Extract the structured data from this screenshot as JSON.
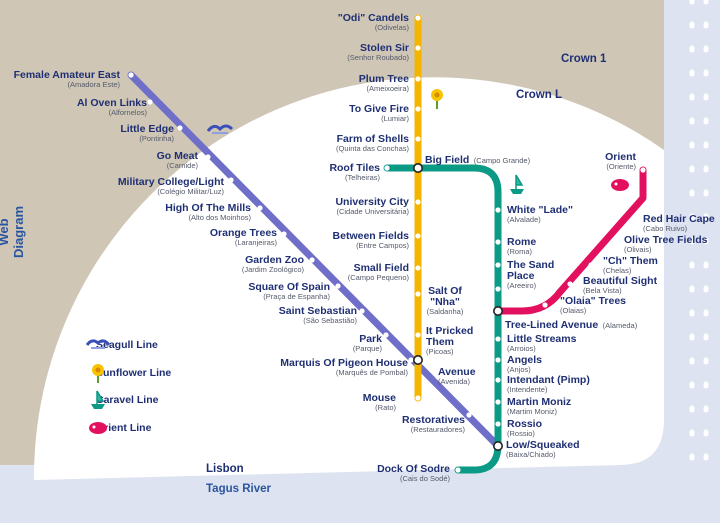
{
  "title": "Web Diagram",
  "colors": {
    "outer": "#cfc6b6",
    "shore": "#dde3f0",
    "river": "#9ab7e0",
    "land": "#ffffff",
    "yellow_line": "#f4b400",
    "green_line": "#0b9a86",
    "blue_line": "#6f6fc9",
    "red_line": "#e3105f",
    "station": "#ffffff",
    "junction": "#222222"
  },
  "regions": {
    "crown_1": "Crown 1",
    "crown_l": "Crown L",
    "lisbon": "Lisbon",
    "river": "Tagus River"
  },
  "legend": [
    {
      "label": "Seagull Line",
      "icon": "seagull-icon",
      "color": "#6f6fc9"
    },
    {
      "label": "Sunflower Line",
      "icon": "sunflower-icon",
      "color": "#f4b400"
    },
    {
      "label": "Caravel Line",
      "icon": "caravel-icon",
      "color": "#0b9a86"
    },
    {
      "label": "Orient Line",
      "icon": "orient-icon",
      "color": "#e3105f"
    }
  ],
  "lines": {
    "blue": {
      "name": "Seagull Line",
      "stations": [
        {
          "name": "Female Amateur East",
          "sub": "(Amadora Este)"
        },
        {
          "name": "Al Oven Links",
          "sub": "(Alfornelos)"
        },
        {
          "name": "Little Edge",
          "sub": "(Pontinha)"
        },
        {
          "name": "Go Meat",
          "sub": "(Carnide)"
        },
        {
          "name": "Military College/Light",
          "sub": "(Colégio Militar/Luz)"
        },
        {
          "name": "High Of The Mills",
          "sub": "(Alto dos Moinhos)"
        },
        {
          "name": "Orange Trees",
          "sub": "(Laranjeiras)"
        },
        {
          "name": "Garden Zoo",
          "sub": "(Jardim Zoológico)"
        },
        {
          "name": "Square Of Spain",
          "sub": "(Praça de Espanha)"
        },
        {
          "name": "Saint Sebastian",
          "sub": "(São Sebastião)"
        },
        {
          "name": "Park",
          "sub": "(Parque)"
        },
        {
          "name": "Marquis Of Pigeon House",
          "sub": "(Marquês de Pombal)"
        },
        {
          "name": "Avenue",
          "sub": "(Avenida)"
        },
        {
          "name": "Restoratives",
          "sub": "(Restauradores)"
        },
        {
          "name": "Low/Squeaked",
          "sub": "(Baixa/Chiado)"
        }
      ]
    },
    "yellow": {
      "name": "Sunflower Line",
      "stations": [
        {
          "name": "\"Odi\" Candels",
          "sub": "(Odivelas)"
        },
        {
          "name": "Stolen Sir",
          "sub": "(Senhor Roubado)"
        },
        {
          "name": "Plum Tree",
          "sub": "(Ameixoeira)"
        },
        {
          "name": "To Give Fire",
          "sub": "(Lumiar)"
        },
        {
          "name": "Farm of Shells",
          "sub": "(Quinta das Conchas)"
        },
        {
          "name": "Big Field",
          "sub": "(Campo Grande)"
        },
        {
          "name": "University City",
          "sub": "(Cidade Universitária)"
        },
        {
          "name": "Between Fields",
          "sub": "(Entre Campos)"
        },
        {
          "name": "Small Field",
          "sub": "(Campo Pequeno)"
        },
        {
          "name": "Salt Of \"Nha\"",
          "sub": "(Saldanha)"
        },
        {
          "name": "It Pricked Them",
          "sub": "(Picoas)"
        },
        {
          "name": "Mouse",
          "sub": "(Rato)"
        }
      ]
    },
    "green": {
      "name": "Caravel Line",
      "stations": [
        {
          "name": "Roof Tiles",
          "sub": "(Telheiras)"
        },
        {
          "name": "White \"Lade\"",
          "sub": "(Alvalade)"
        },
        {
          "name": "Rome",
          "sub": "(Roma)"
        },
        {
          "name": "The Sand Place",
          "sub": "(Areeiro)"
        },
        {
          "name": "Tree-Lined Avenue",
          "sub": "(Alameda)"
        },
        {
          "name": "Little Streams",
          "sub": "(Arroios)"
        },
        {
          "name": "Angels",
          "sub": "(Anjos)"
        },
        {
          "name": "Intendant (Pimp)",
          "sub": "(Intendente)"
        },
        {
          "name": "Martin Moniz",
          "sub": "(Martim Moniz)"
        },
        {
          "name": "Rossio",
          "sub": "(Rossio)"
        },
        {
          "name": "Dock Of Sodre",
          "sub": "(Cais do Sodé)"
        }
      ]
    },
    "red": {
      "name": "Orient Line",
      "stations": [
        {
          "name": "Orient",
          "sub": "(Oriente)"
        },
        {
          "name": "Red Hair Cape",
          "sub": "(Cabo Ruivo)"
        },
        {
          "name": "Olive Tree Fields",
          "sub": "(Olivais)"
        },
        {
          "name": "\"Ch\" Them",
          "sub": "(Chelas)"
        },
        {
          "name": "Beautiful Sight",
          "sub": "(Bela Vista)"
        },
        {
          "name": "\"Olaia\" Trees",
          "sub": "(Olaias)"
        }
      ]
    }
  }
}
